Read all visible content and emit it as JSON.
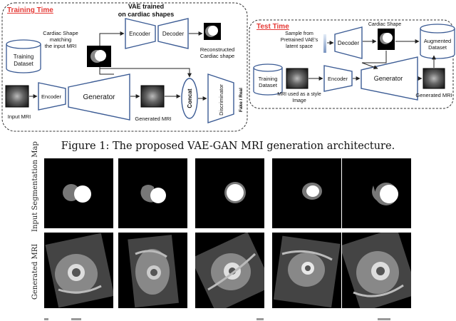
{
  "figure": {
    "training_time_title": "Training Time",
    "test_time_title": "Test Time",
    "vae_title_line1": "VAE trained",
    "vae_title_line2": "on cardiac shapes",
    "cardiac_shape_label_line1": "Cardiac Shape",
    "cardiac_shape_label_line2": "matching",
    "cardiac_shape_label_line3": "the input MRI",
    "encoder_label": "Encoder",
    "decoder_label": "Decoder",
    "reconstructed_label_line1": "Reconstructed",
    "reconstructed_label_line2": "Cardiac shape",
    "training_dataset_line1": "Training",
    "training_dataset_line2": "Dataset",
    "generator_label": "Generator",
    "concat_label": "Concat",
    "discriminator_label": "Discriminator",
    "fake_real_label": "Fake / Real",
    "input_mri_label": "Input MRI",
    "generated_mri_label": "Generated MRI",
    "sample_label_line1": "Sample from",
    "sample_label_line2": "Pretrained VAE's",
    "sample_label_line3": "latent space",
    "cardiac_shape_short": "Cardiac Shape",
    "augmented_dataset_line1": "Augmented",
    "augmented_dataset_line2": "Dataset",
    "style_label_line1": "MRI used as a style",
    "style_label_line2": "Image",
    "accent_color": "#e53935"
  },
  "caption": "Figure 1: The proposed VAE-GAN MRI generation architecture.",
  "rows": {
    "top_label": "Input Segmentation Map",
    "bottom_label": "Generated MRI"
  }
}
